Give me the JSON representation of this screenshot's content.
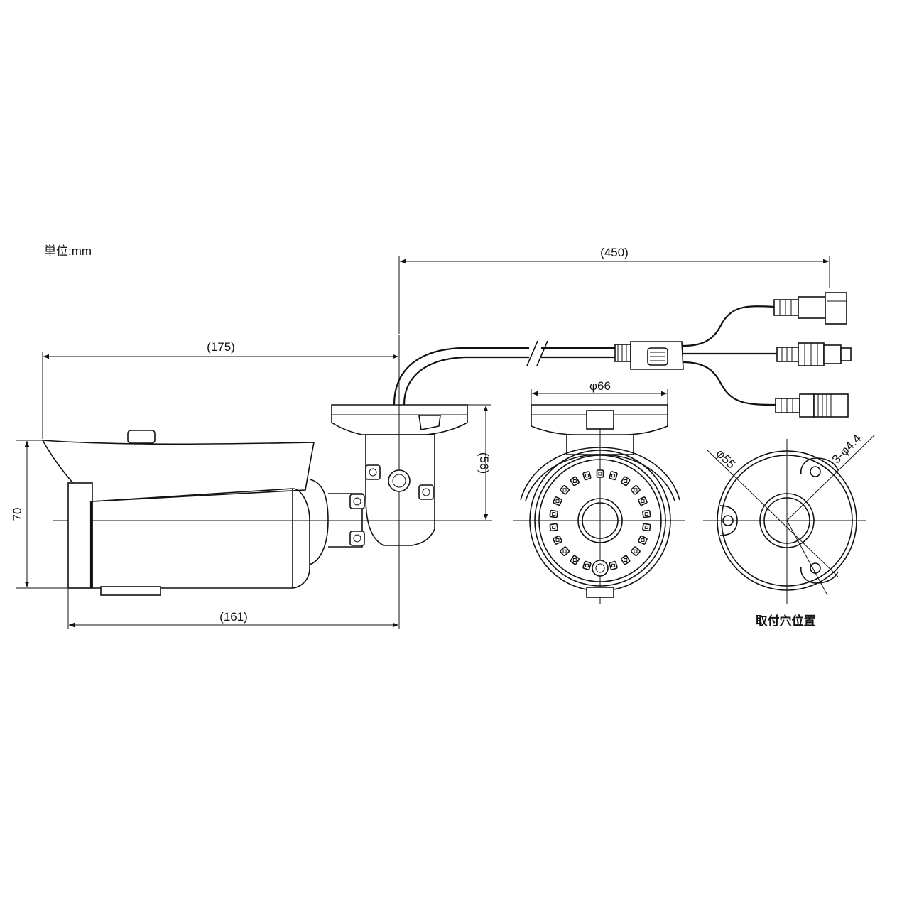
{
  "unit_note": "単位:mm",
  "dimensions": {
    "length_175": "(175)",
    "length_161": "(161)",
    "height_70": "70",
    "bracket_56": "(56)",
    "cable_450": "(450)",
    "diameter_66": "φ66",
    "diameter_55": "φ55",
    "holes": "3-φ4.4"
  },
  "caption_mounting": "取付穴位置",
  "colors": {
    "line": "#111111",
    "background": "#ffffff"
  }
}
